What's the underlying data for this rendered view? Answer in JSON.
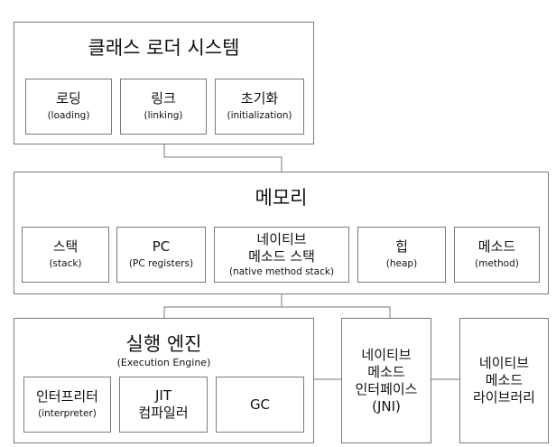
{
  "class_loader": {
    "title": "클래스 로더 시스템",
    "cells": [
      {
        "kr": "로딩",
        "en": "(loading)"
      },
      {
        "kr": "링크",
        "en": "(linking)"
      },
      {
        "kr": "초기화",
        "en": "(initialization)"
      }
    ]
  },
  "memory": {
    "title": "메모리",
    "cells": [
      {
        "kr": "스택",
        "en": "(stack)"
      },
      {
        "kr": "PC",
        "en": "(PC registers)"
      },
      {
        "kr1": "네이티브",
        "kr2": "메소드 스택",
        "en": "(native method stack)"
      },
      {
        "kr": "힙",
        "en": "(heap)"
      },
      {
        "kr": "메소드",
        "en": "(method)"
      }
    ]
  },
  "execution_engine": {
    "title": "실행 엔진",
    "subtitle": "(Execution Engine)",
    "cells": [
      {
        "kr": "인터프리터",
        "en": "(interpreter)"
      },
      {
        "kr1": "JIT",
        "kr2": "컴파일러"
      },
      {
        "kr": "GC"
      }
    ]
  },
  "jni": {
    "line1": "네이티브",
    "line2": "메소드",
    "line3": "인터페이스",
    "line4": "(JNI)"
  },
  "native_library": {
    "line1": "네이티브",
    "line2": "메소드",
    "line3": "라이브러리"
  }
}
